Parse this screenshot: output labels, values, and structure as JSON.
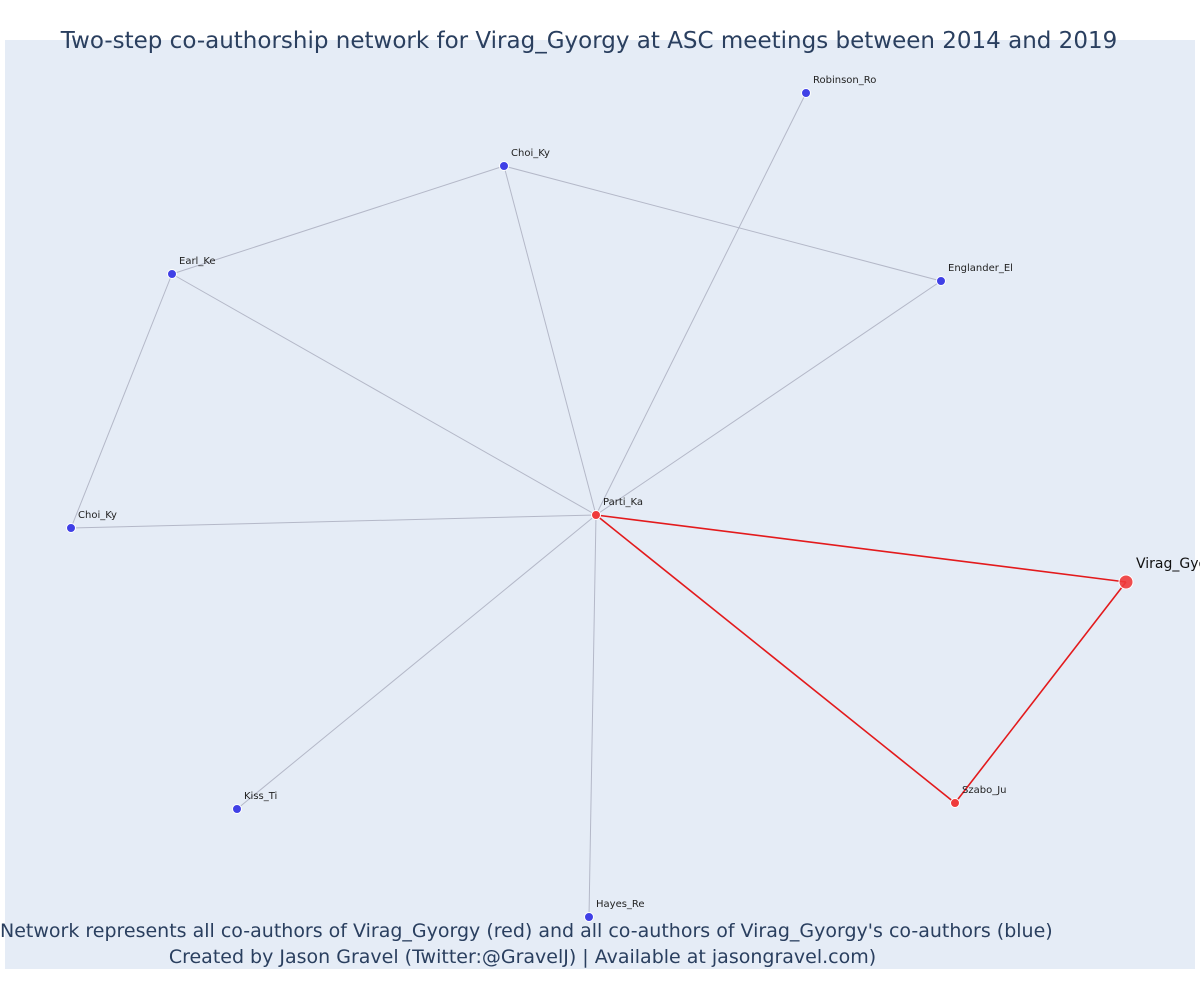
{
  "title": "Two-step co-authorship network for Virag_Gyorgy at ASC meetings between 2014 and 2019",
  "caption": {
    "line1": "Network represents all co-authors of Virag_Gyorgy (red) and all co-authors of Virag_Gyorgy's co-authors (blue)",
    "line2": "Created by Jason Gravel (Twitter:@GravelJ) | Available at jasongravel.com)"
  },
  "colors": {
    "background": "#e5ecf6",
    "red_node": "#ef3b3b",
    "blue_node": "#4040e6",
    "red_edge": "#e31a1c",
    "grey_edge": "#b4b8c8",
    "title_text": "#2a3f5f"
  },
  "nodes": [
    {
      "id": "partika",
      "label": "Parti_Ka",
      "group": "red"
    },
    {
      "id": "virag",
      "label": "Virag_Gyorgy",
      "group": "red",
      "focus": true
    },
    {
      "id": "szabo",
      "label": "Szabo_Ju",
      "group": "red"
    },
    {
      "id": "robinson",
      "label": "Robinson_Ro",
      "group": "blue"
    },
    {
      "id": "choi1",
      "label": "Choi_Ky",
      "group": "blue"
    },
    {
      "id": "earl",
      "label": "Earl_Ke",
      "group": "blue"
    },
    {
      "id": "englander",
      "label": "Englander_El",
      "group": "blue"
    },
    {
      "id": "choi2",
      "label": "Choi_Ky",
      "group": "blue"
    },
    {
      "id": "kiss",
      "label": "Kiss_Ti",
      "group": "blue"
    },
    {
      "id": "hayes",
      "label": "Hayes_Re",
      "group": "blue"
    }
  ],
  "edges": [
    {
      "source": "choi1",
      "target": "earl",
      "group": "grey"
    },
    {
      "source": "choi1",
      "target": "englander",
      "group": "grey"
    },
    {
      "source": "choi1",
      "target": "partika",
      "group": "grey"
    },
    {
      "source": "earl",
      "target": "partika",
      "group": "grey"
    },
    {
      "source": "earl",
      "target": "choi2",
      "group": "grey"
    },
    {
      "source": "choi2",
      "target": "partika",
      "group": "grey"
    },
    {
      "source": "robinson",
      "target": "partika",
      "group": "grey"
    },
    {
      "source": "englander",
      "target": "partika",
      "group": "grey"
    },
    {
      "source": "kiss",
      "target": "partika",
      "group": "grey"
    },
    {
      "source": "hayes",
      "target": "partika",
      "group": "grey"
    },
    {
      "source": "partika",
      "target": "virag",
      "group": "red"
    },
    {
      "source": "partika",
      "target": "szabo",
      "group": "red"
    },
    {
      "source": "szabo",
      "target": "virag",
      "group": "red"
    }
  ]
}
